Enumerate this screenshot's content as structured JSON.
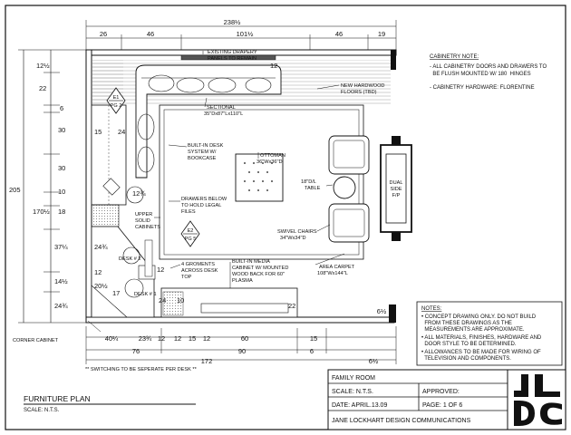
{
  "dimensions": {
    "top_overall": "238½",
    "top_26": "26",
    "top_46a": "46",
    "top_101": "101½",
    "top_46b": "46",
    "top_19": "19",
    "left_205": "205",
    "left_12_half": "12½",
    "left_22": "22",
    "left_6": "6",
    "left_30a": "30",
    "left_30b": "30",
    "left_10": "10",
    "left_18": "18",
    "left_170": "170½",
    "left_37": "37¼",
    "left_14": "14½",
    "left_24_3q": "24¾",
    "l2_15": "15",
    "l2_24": "24",
    "l2_12_3q": "12¾",
    "l2_24_3q": "24¾",
    "l2_12": "12",
    "l2_12b": "12",
    "l2_20_half": "20½",
    "l2_17": "17",
    "l2_24b": "24",
    "l2_10": "10",
    "l2_22": "22",
    "bot_40": "40¼",
    "bot_23": "23¾",
    "bot_12a": "12",
    "bot_12b": "12",
    "bot_15a": "15",
    "bot_12c": "12",
    "bot_60": "60",
    "bot_15b": "15",
    "bot_76": "76",
    "bot_90": "90",
    "bot_6": "6",
    "bot_172": "172",
    "bot_6_half": "6½",
    "right_12": "12",
    "right_6_half": "6½"
  },
  "labels": {
    "drapery": "EXISTING DRAPERY",
    "drapery2": "PANELS TO REMAIN",
    "hardwood": "NEW HARDWOOD",
    "hardwood2": "FLOORS (TBD)",
    "sectional": "SECTIONAL",
    "sectional_size": "35\"Dx87\"Lx110\"L",
    "builtin_desk": "BUILT-IN DESK",
    "builtin_desk2": "SYSTEM W/",
    "builtin_desk3": "BOOKCASE",
    "ottoman": "OTTOMAN",
    "ottoman_size": "36\"Wx36\"D",
    "table": "18\"D/L",
    "table2": "TABLE",
    "dual_side": "DUAL",
    "dual_side2": "SIDE",
    "dual_side3": "F/P",
    "drawers": "DRAWERS BELOW",
    "drawers2": "TO HOLD LEGAL",
    "drawers3": "FILES",
    "upper": "UPPER",
    "upper2": "SOLID",
    "upper3": "CABINETS",
    "swivel": "SWIVEL CHAIRS",
    "swivel_size": "34\"Wx34\"D",
    "desk2": "DESK # 2",
    "desk1": "DESK # 1",
    "grom": "4 GROMENTS",
    "grom2": "ACROSS DESK",
    "grom3": "TOP",
    "media": "BUILT-IN MEDIA",
    "media2": "CABINET W/ MOUNTED",
    "media3": "WOOD BACK FOR 60\"",
    "media4": "PLASMA",
    "carpet": "AREA CARPET",
    "carpet_size": "108\"Wx144\"L",
    "corner_cabinet": "CORNER CABINET",
    "switching": "** SWITCHING TO BE SEPERATE PER DESK **",
    "e1_top": "E1",
    "e1_bot": "PG 2",
    "e2_top": "E2",
    "e2_bot": "PG 5",
    "section_22": "22"
  },
  "cabinetry_note": {
    "title": "CABINETRY NOTE:",
    "lines": [
      "- ALL CABINETRY DOORS AND DRAWERS TO",
      "  BE FLUSH MOUNTED W/ 180  HINGES",
      "",
      "- CABINETRY HARDWARE: FLORENTINE"
    ]
  },
  "notes": {
    "title": "NOTES:",
    "lines": [
      "• CONCEPT DRAWING ONLY.  DO NOT BUILD",
      "  FROM THESE DRAWINGS AS THE",
      "  MEASUREMENTS ARE APPROXIMATE.",
      "• ALL MATERIALS, FINISHES, HARDWARE AND",
      "  DOOR STYLE TO BE DETERMINED.",
      "• ALLOWANCES TO BE MADE FOR WIRING OF",
      "  TELEVISION AND COMPONENTS."
    ]
  },
  "plan_title": "FURNITURE PLAN",
  "plan_scale": "SCALE: N.T.S.",
  "title_block": {
    "room": "FAMILY ROOM",
    "scale": "SCALE:  N.T.S.",
    "approved": "APPROVED:",
    "date": "DATE:  APRIL.13.09",
    "page": "PAGE:  1 OF 6",
    "company": "JANE LOCKHART DESIGN COMMUNICATIONS",
    "logo_text": "JL DC"
  }
}
